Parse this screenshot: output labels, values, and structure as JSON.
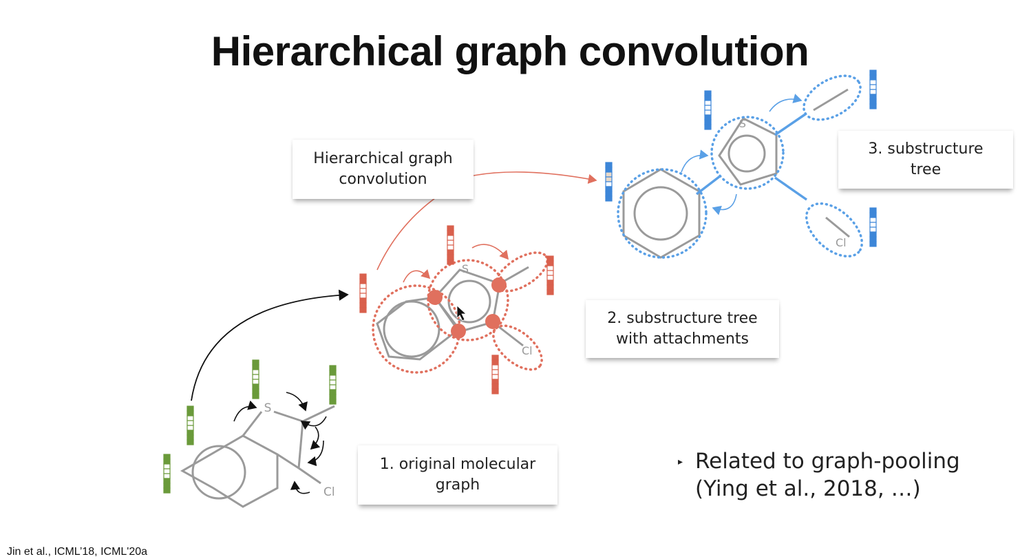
{
  "slide": {
    "title": "Hierarchical graph convolution",
    "citation": "Jin et al., ICML’18, ICML'20a"
  },
  "callouts": {
    "hier_conv": [
      "Hierarchical graph",
      "convolution"
    ],
    "step1": [
      "1. original molecular",
      "graph"
    ],
    "step2": [
      "2. substructure tree",
      "with attachments"
    ],
    "step3": [
      "3. substructure",
      "tree"
    ]
  },
  "bullet": {
    "line1": "Related to graph-pooling",
    "line2": "(Ying et al., 2018, …)"
  },
  "atom_labels": {
    "sulfur": "S",
    "chlorine": "Cl"
  },
  "colors": {
    "molecule_gray": "#9a9a9a",
    "feature_green": "#6a9a3a",
    "feature_red": "#d9604d",
    "feature_blue": "#3d86d8",
    "cluster_red": "#e0705e",
    "cluster_blue": "#5aa0e6"
  }
}
